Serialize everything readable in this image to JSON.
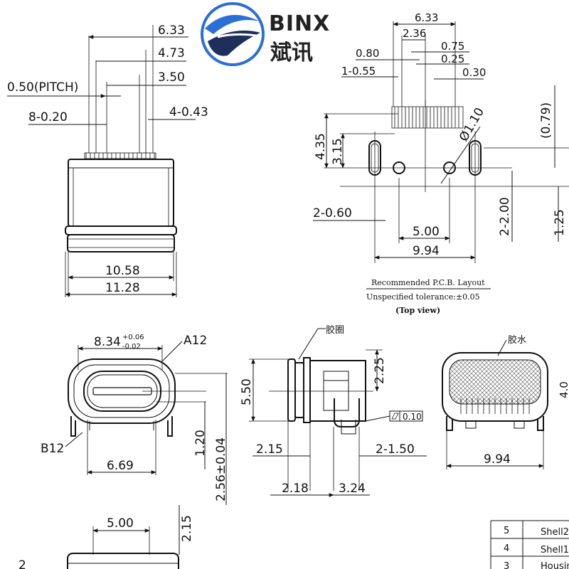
{
  "brand": {
    "name": "BINX",
    "name_cn": "斌讯",
    "logo_icon": "binx-swoosh-logo",
    "colors": {
      "blue": "#2b6fd6",
      "navy": "#1f2f5c"
    }
  },
  "view_front": {
    "dims": [
      "6.33",
      "4.73",
      "3.50",
      "0.50(PITCH)",
      "8-0.20",
      "4-0.43",
      "10.58",
      "11.28"
    ]
  },
  "pcb_layout": {
    "dims": [
      "6.33",
      "2.36",
      "0.80",
      "0.75",
      "0.25",
      "1-0.55",
      "0.30",
      "Ø1.10",
      "(0.79)",
      "4.35",
      "3.15",
      "2-0.60",
      "5.00",
      "9.94",
      "2-2.00",
      "1.25"
    ],
    "caption": {
      "line1": "Recommended P.C.B. Layout",
      "line2": "Unspecified tolerance:±0.05",
      "line3": "(Top view)"
    }
  },
  "view_end": {
    "width_dim": "8.34",
    "tol_plus": "+0.06",
    "tol_minus": "-0.02",
    "pin_a": "A12",
    "pin_b": "B12",
    "dims": [
      "6.69",
      "1.20",
      "2.56±0.04"
    ]
  },
  "view_side": {
    "gasket_label": "胶圈",
    "flatness": "0.10",
    "dims": [
      "5.50",
      "2.25",
      "2.15",
      "2-1.50",
      "2.18",
      "3.24"
    ]
  },
  "view_rear": {
    "glue_label": "胶水",
    "dims": [
      "9.94"
    ]
  },
  "view_bottom": {
    "dims": [
      "5.00",
      "2.15"
    ],
    "edge_mark": "2"
  },
  "bom": {
    "rows": [
      {
        "no": "5",
        "name": "Shell2"
      },
      {
        "no": "4",
        "name": "Shell1"
      },
      {
        "no": "3",
        "name": "Housin"
      }
    ]
  }
}
